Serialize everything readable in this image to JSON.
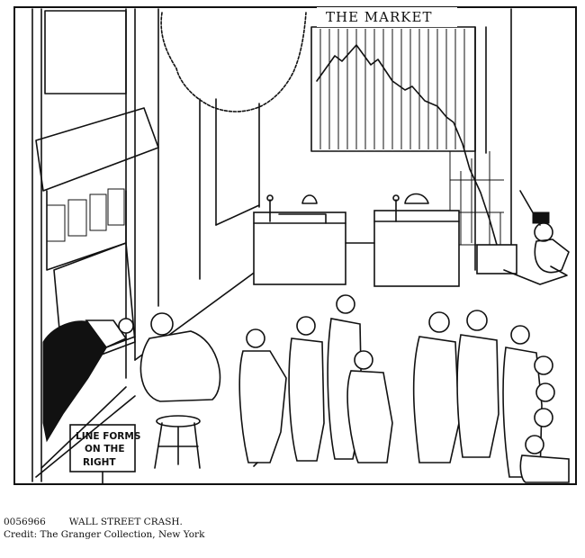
{
  "illustration": {
    "chart_title": "THE MARKET",
    "sign_lines": [
      "LINE FORMS",
      "ON THE",
      "RIGHT"
    ]
  },
  "caption": {
    "id": "0056966",
    "title": "WALL STREET CRASH.",
    "credit": "Credit: The Granger Collection, New York"
  }
}
